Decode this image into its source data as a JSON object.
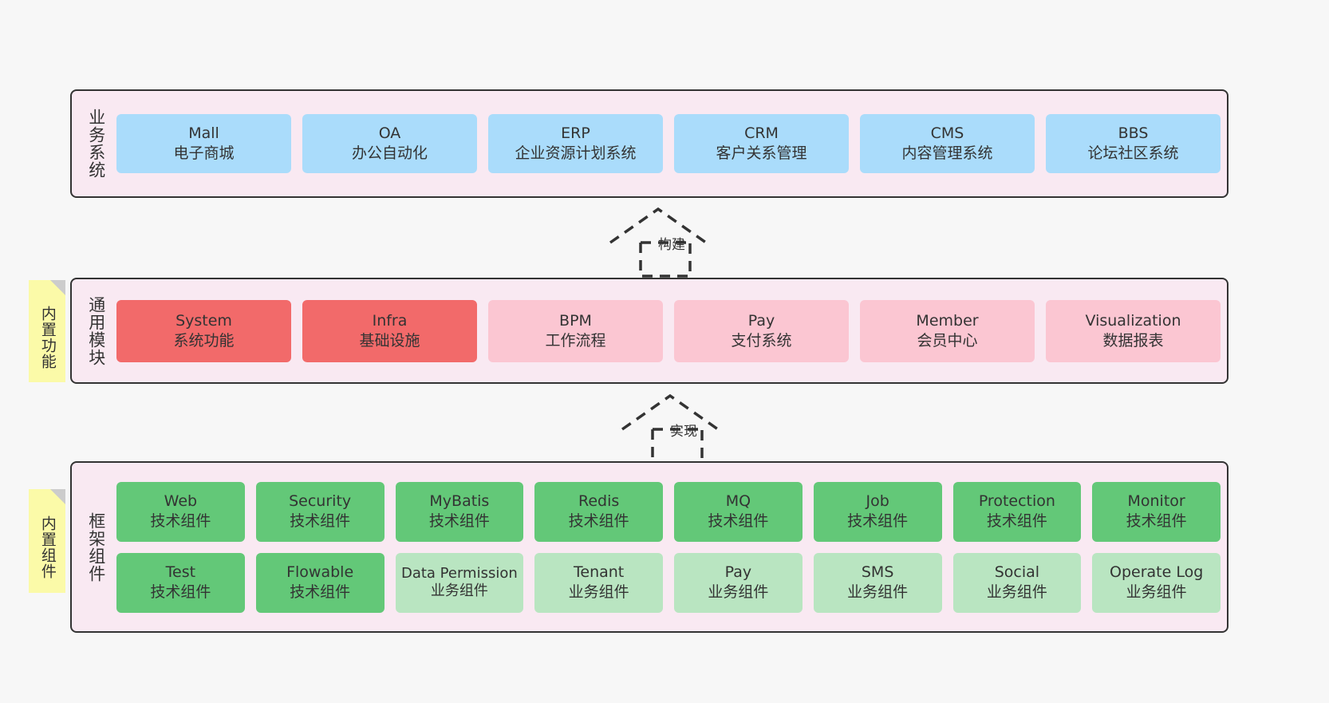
{
  "diagram": {
    "title": "",
    "background": "#f7f7f7",
    "layer_background": "#f9e9f2",
    "layer_border": "#333333"
  },
  "notes": [
    {
      "name": "built-in-features",
      "label": "内置功能",
      "color": "#fbfaa8"
    },
    {
      "name": "built-in-components",
      "label": "内置组件",
      "color": "#fbfaa8"
    }
  ],
  "layers": {
    "business": {
      "title": "业务系统",
      "cell_color": "#aadcfb",
      "cells": [
        {
          "name": "Mall",
          "desc": "电子商城"
        },
        {
          "name": "OA",
          "desc": "办公自动化"
        },
        {
          "name": "ERP",
          "desc": "企业资源计划系统"
        },
        {
          "name": "CRM",
          "desc": "客户关系管理"
        },
        {
          "name": "CMS",
          "desc": "内容管理系统"
        },
        {
          "name": "BBS",
          "desc": "论坛社区系统"
        }
      ]
    },
    "modules": {
      "title": "通用模块",
      "strong_color": "#f26a6a",
      "light_color": "#fbc6d2",
      "cells": [
        {
          "name": "System",
          "desc": "系统功能",
          "color": "#f26a6a"
        },
        {
          "name": "Infra",
          "desc": "基础设施",
          "color": "#f26a6a"
        },
        {
          "name": "BPM",
          "desc": "工作流程",
          "color": "#fbc6d2"
        },
        {
          "name": "Pay",
          "desc": "支付系统",
          "color": "#fbc6d2"
        },
        {
          "name": "Member",
          "desc": "会员中心",
          "color": "#fbc6d2"
        },
        {
          "name": "Visualization",
          "desc": "数据报表",
          "color": "#fbc6d2"
        }
      ]
    },
    "framework": {
      "title": "框架组件",
      "tech_color": "#63c878",
      "biz_color": "#b9e5c1",
      "row1": [
        {
          "name": "Web",
          "desc": "技术组件",
          "color": "#63c878"
        },
        {
          "name": "Security",
          "desc": "技术组件",
          "color": "#63c878"
        },
        {
          "name": "MyBatis",
          "desc": "技术组件",
          "color": "#63c878"
        },
        {
          "name": "Redis",
          "desc": "技术组件",
          "color": "#63c878"
        },
        {
          "name": "MQ",
          "desc": "技术组件",
          "color": "#63c878"
        },
        {
          "name": "Job",
          "desc": "技术组件",
          "color": "#63c878"
        },
        {
          "name": "Protection",
          "desc": "技术组件",
          "color": "#63c878"
        },
        {
          "name": "Monitor",
          "desc": "技术组件",
          "color": "#63c878"
        }
      ],
      "row2": [
        {
          "name": "Test",
          "desc": "技术组件",
          "color": "#63c878"
        },
        {
          "name": "Flowable",
          "desc": "技术组件",
          "color": "#63c878"
        },
        {
          "name": "Data Permission",
          "desc": "业务组件",
          "color": "#b9e5c1"
        },
        {
          "name": "Tenant",
          "desc": "业务组件",
          "color": "#b9e5c1"
        },
        {
          "name": "Pay",
          "desc": "业务组件",
          "color": "#b9e5c1"
        },
        {
          "name": "SMS",
          "desc": "业务组件",
          "color": "#b9e5c1"
        },
        {
          "name": "Social",
          "desc": "业务组件",
          "color": "#b9e5c1"
        },
        {
          "name": "Operate Log",
          "desc": "业务组件",
          "color": "#b9e5c1"
        }
      ]
    }
  },
  "connectors": [
    {
      "name": "build",
      "label": "构建",
      "style": "dashed-generalization"
    },
    {
      "name": "implement",
      "label": "实现",
      "style": "dashed-generalization"
    }
  ]
}
